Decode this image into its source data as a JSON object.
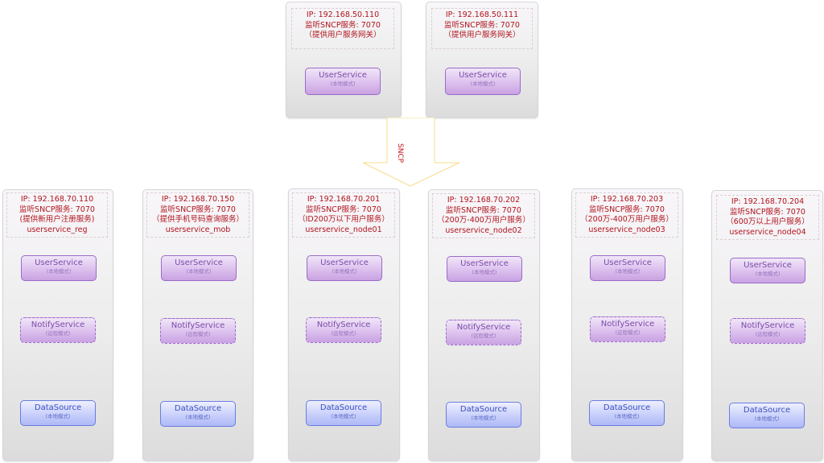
{
  "colors": {
    "info_text": "#b0141e",
    "user_service_border": "#9a6cc8",
    "datasource_border": "#6a7de0",
    "arrow_stroke": "#f5dc8a"
  },
  "arrow": {
    "label": "SNCP",
    "direction": "down"
  },
  "gateways": [
    {
      "ip": "IP: 192.168.50.110",
      "port": "监听SNCP服务: 7070",
      "role": "（提供用户服务网关）",
      "services": [
        {
          "name": "UserService",
          "mode": "(本地模式)"
        }
      ]
    },
    {
      "ip": "IP: 192.168.50.111",
      "port": "监听SNCP服务: 7070",
      "role": "（提供用户服务网关）",
      "services": [
        {
          "name": "UserService",
          "mode": "(本地模式)"
        }
      ]
    }
  ],
  "nodes": [
    {
      "ip": "IP: 192.168.70.110",
      "port": "监听SNCP服务: 7070",
      "role": "(提供新用户注册服务)",
      "id": "userservice_reg",
      "user": {
        "name": "UserService",
        "mode": "(本地模式)"
      },
      "notify": {
        "name": "NotifyService",
        "mode": "(远程模式)"
      },
      "ds": {
        "name": "DataSource",
        "mode": "(本地模式)"
      }
    },
    {
      "ip": "IP: 192.168.70.150",
      "port": "监听SNCP服务: 7070",
      "role": "（提供手机号码查询服务）",
      "id": "userservice_mob",
      "user": {
        "name": "UserService",
        "mode": "(本地模式)"
      },
      "notify": {
        "name": "NotifyService",
        "mode": "(远程模式)"
      },
      "ds": {
        "name": "DataSource",
        "mode": "(本地模式)"
      }
    },
    {
      "ip": "IP: 192.168.70.201",
      "port": "监听SNCP服务: 7070",
      "role": "（ID200万以下用户服务）",
      "id": "userservice_node01",
      "user": {
        "name": "UserService",
        "mode": "(本地模式)"
      },
      "notify": {
        "name": "NotifyService",
        "mode": "(远程模式)"
      },
      "ds": {
        "name": "DataSource",
        "mode": "(本地模式)"
      }
    },
    {
      "ip": "IP: 192.168.70.202",
      "port": "监听SNCP服务: 7070",
      "role": "（200万-400万用户服务）",
      "id": "userservice_node02",
      "user": {
        "name": "UserService",
        "mode": "(本地模式)"
      },
      "notify": {
        "name": "NotifyService",
        "mode": "(远程模式)"
      },
      "ds": {
        "name": "DataSource",
        "mode": "(本地模式)"
      }
    },
    {
      "ip": "IP: 192.168.70.203",
      "port": "监听SNCP服务: 7070",
      "role": "（200万-400万用户服务）",
      "id": "userservice_node03",
      "user": {
        "name": "UserService",
        "mode": "(本地模式)"
      },
      "notify": {
        "name": "NotifyService",
        "mode": "(远程模式)"
      },
      "ds": {
        "name": "DataSource",
        "mode": "(本地模式)"
      }
    },
    {
      "ip": "IP: 192.168.70.204",
      "port": "监听SNCP服务: 7070",
      "role": "（600万以上用户服务）",
      "id": "userservice_node04",
      "user": {
        "name": "UserService",
        "mode": "(本地模式)"
      },
      "notify": {
        "name": "NotifyService",
        "mode": "(远程模式)"
      },
      "ds": {
        "name": "DataSource",
        "mode": "(本地模式)"
      }
    }
  ]
}
